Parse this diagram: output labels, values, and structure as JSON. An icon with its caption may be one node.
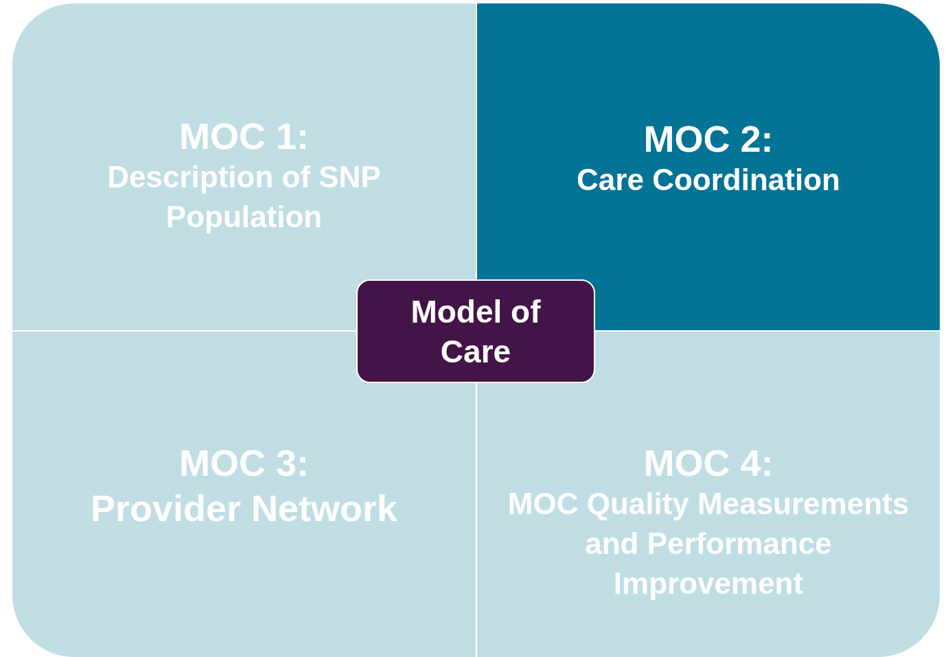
{
  "diagram": {
    "nodes": [
      {
        "text": [
          "MOC 1:",
          "Description of SNP Population"
        ]
      },
      {
        "text": [
          "MOC 2:",
          "Care Coordination"
        ]
      },
      {
        "text": [
          "MOC 3:",
          "Provider Network"
        ]
      },
      {
        "text": [
          "MOC 4:",
          "MOC Quality Measurements and Performance Improvement"
        ]
      },
      {
        "text": [
          "Model of Care"
        ]
      }
    ]
  }
}
